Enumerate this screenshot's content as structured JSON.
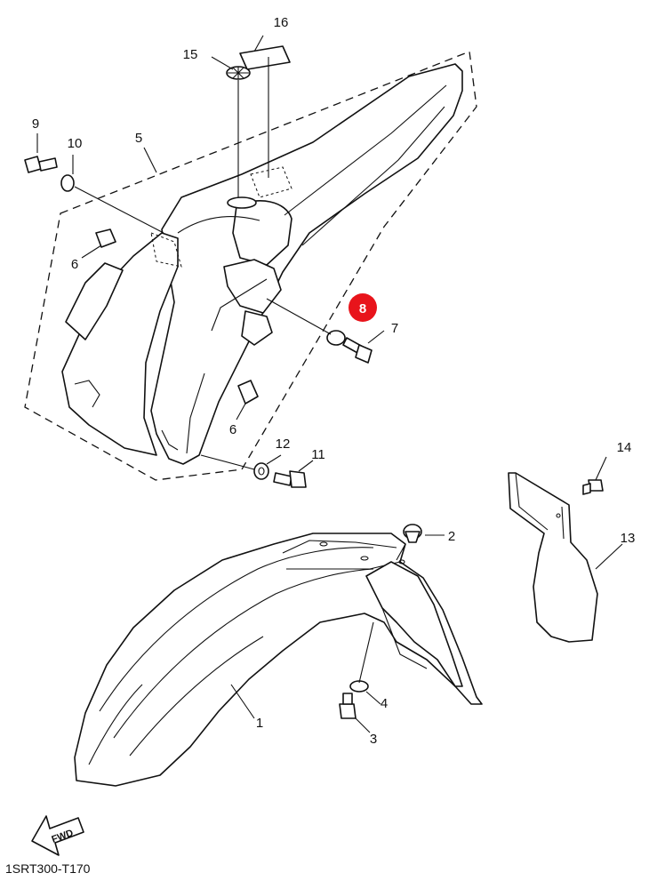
{
  "diagram": {
    "drawing_code": "1SRT300-T170",
    "fwd_label": "FWD",
    "highlight_color": "#e8141b",
    "callouts": [
      {
        "id": "c1",
        "label": "1",
        "highlighted": false
      },
      {
        "id": "c2",
        "label": "2",
        "highlighted": false
      },
      {
        "id": "c3",
        "label": "3",
        "highlighted": false
      },
      {
        "id": "c4",
        "label": "4",
        "highlighted": false
      },
      {
        "id": "c5",
        "label": "5",
        "highlighted": false
      },
      {
        "id": "c6a",
        "label": "6",
        "highlighted": false
      },
      {
        "id": "c6b",
        "label": "6",
        "highlighted": false
      },
      {
        "id": "c7",
        "label": "7",
        "highlighted": false
      },
      {
        "id": "c8",
        "label": "8",
        "highlighted": true
      },
      {
        "id": "c9",
        "label": "9",
        "highlighted": false
      },
      {
        "id": "c10",
        "label": "10",
        "highlighted": false
      },
      {
        "id": "c11",
        "label": "11",
        "highlighted": false
      },
      {
        "id": "c12",
        "label": "12",
        "highlighted": false
      },
      {
        "id": "c13",
        "label": "13",
        "highlighted": false
      },
      {
        "id": "c14",
        "label": "14",
        "highlighted": false
      },
      {
        "id": "c15",
        "label": "15",
        "highlighted": false
      },
      {
        "id": "c16",
        "label": "16",
        "highlighted": false
      }
    ]
  }
}
